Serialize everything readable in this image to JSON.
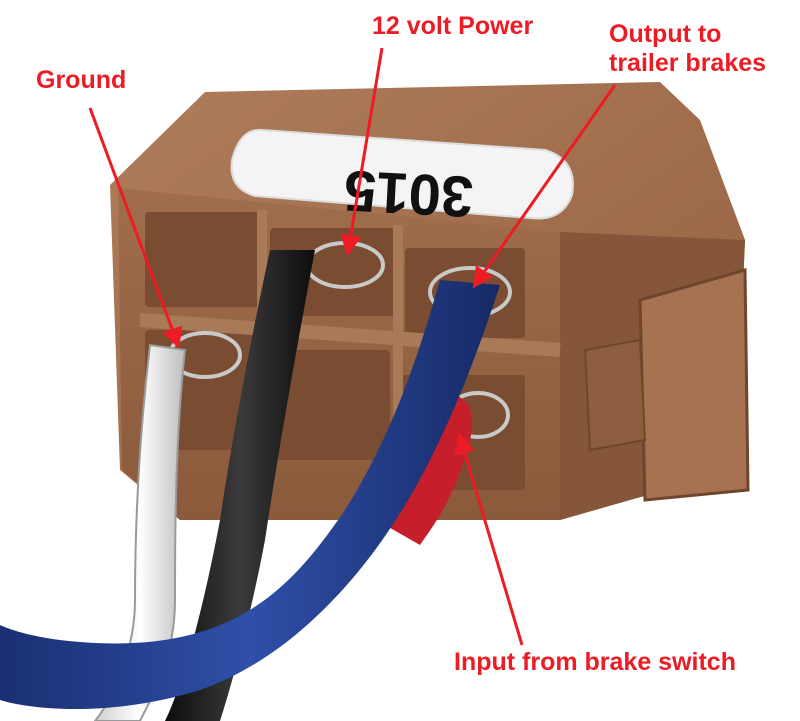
{
  "labels": {
    "ground": "Ground",
    "power": "12 volt Power",
    "output_line1": "Output to",
    "output_line2": "trailer brakes",
    "input": "Input from brake switch"
  },
  "connector_label": "3015",
  "colors": {
    "annotation": "#ec1c24",
    "housing": "#9c6b4b",
    "wire_white": "#f2f2f2",
    "wire_black": "#1b1b1b",
    "wire_blue": "#1f3b8f",
    "wire_red": "#c61e2a"
  }
}
